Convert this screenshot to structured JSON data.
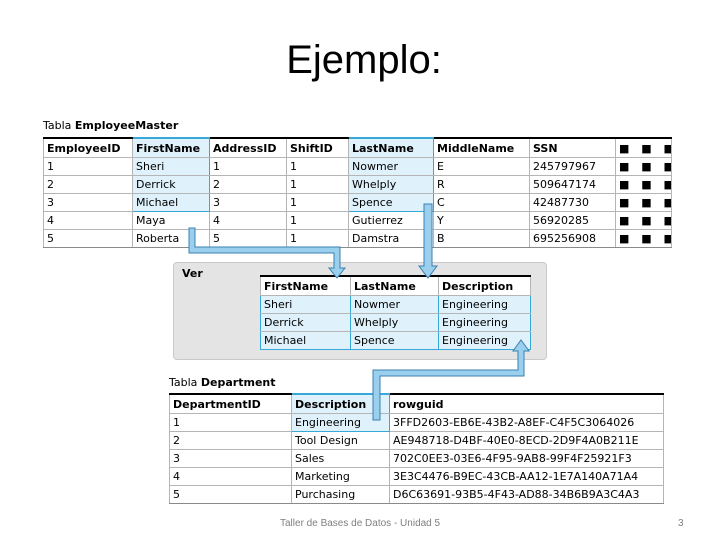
{
  "slide": {
    "title": "Ejemplo:"
  },
  "employee_table": {
    "caption_prefix": "Tabla",
    "caption_name": "EmployeeMaster",
    "headers": [
      "EmployeeID",
      "FirstName",
      "AddressID",
      "ShiftID",
      "LastName",
      "MiddleName",
      "SSN",
      "■ ■ ■"
    ],
    "rows": [
      [
        "1",
        "Sheri",
        "1",
        "1",
        "Nowmer",
        "E",
        "245797967",
        "■ ■ ■"
      ],
      [
        "2",
        "Derrick",
        "2",
        "1",
        "Whelply",
        "R",
        "509647174",
        "■ ■ ■"
      ],
      [
        "3",
        "Michael",
        "3",
        "1",
        "Spence",
        "C",
        "42487730",
        "■ ■ ■"
      ],
      [
        "4",
        "Maya",
        "4",
        "1",
        "Gutierrez",
        "Y",
        "56920285",
        "■ ■ ■"
      ],
      [
        "5",
        "Roberta",
        "5",
        "1",
        "Damstra",
        "B",
        "695256908",
        "■ ■ ■"
      ]
    ]
  },
  "view_table": {
    "label": "Ver",
    "headers": [
      "FirstName",
      "LastName",
      "Description"
    ],
    "rows": [
      [
        "Sheri",
        "Nowmer",
        "Engineering"
      ],
      [
        "Derrick",
        "Whelply",
        "Engineering"
      ],
      [
        "Michael",
        "Spence",
        "Engineering"
      ]
    ]
  },
  "department_table": {
    "caption_prefix": "Tabla",
    "caption_name": "Department",
    "headers": [
      "DepartmentID",
      "Description",
      "rowguid"
    ],
    "rows": [
      [
        "1",
        "Engineering",
        "3FFD2603-EB6E-43B2-A8EF-C4F5C3064026"
      ],
      [
        "2",
        "Tool Design",
        "AE948718-D4BF-40E0-8ECD-2D9F4A0B211E"
      ],
      [
        "3",
        "Sales",
        "702C0EE3-03E6-4F95-9AB8-99F4F25921F3"
      ],
      [
        "4",
        "Marketing",
        "3E3C4476-B9EC-43CB-AA12-1E7A140A71A4"
      ],
      [
        "5",
        "Purchasing",
        "D6C63691-93B5-4F43-AD88-34B6B9A3C4A3"
      ]
    ]
  },
  "footer": {
    "text": "Taller de Bases de Datos - Unidad 5",
    "page_number": "3"
  },
  "colors": {
    "highlight_fill": "#dff2fb",
    "highlight_border": "#38a8d8",
    "arrow_fill": "#9ad0ee",
    "view_background": "#e4e4e4"
  }
}
